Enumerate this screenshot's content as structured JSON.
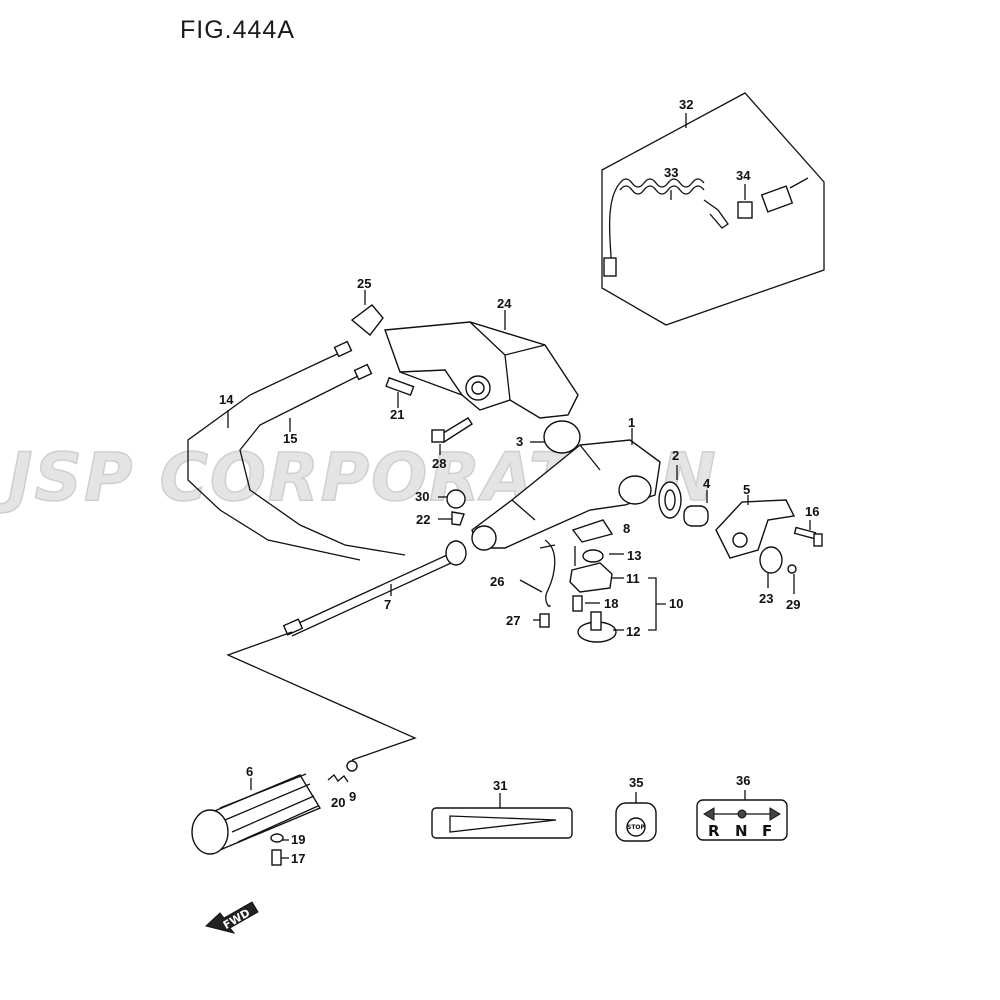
{
  "figure": {
    "title": "FIG.444A",
    "watermark": "JSP CORPORATION"
  },
  "callouts": {
    "p1": "1",
    "p2": "2",
    "p3": "3",
    "p4": "4",
    "p5": "5",
    "p6": "6",
    "p7": "7",
    "p8": "8",
    "p9": "9",
    "p10": "10",
    "p11": "11",
    "p12": "12",
    "p13": "13",
    "p14": "14",
    "p15": "15",
    "p16": "16",
    "p17": "17",
    "p18": "18",
    "p19": "19",
    "p20": "20",
    "p21": "21",
    "p22": "22",
    "p23": "23",
    "p24": "24",
    "p25": "25",
    "p26": "26",
    "p27": "27",
    "p28": "28",
    "p29": "29",
    "p30": "30",
    "p31": "31",
    "p32": "32",
    "p33": "33",
    "p34": "34",
    "p35": "35",
    "p36": "36"
  },
  "decals": {
    "shift_letters": [
      "R",
      "N",
      "F"
    ],
    "stop_text": "STOP",
    "fwd_arrow": "FWD"
  },
  "icons": {
    "shift_arrows": "left-right-arrow-icon",
    "fwd": "fwd-arrow-icon"
  },
  "colors": {
    "line": "#111111",
    "watermark": "#e4e4e4"
  }
}
